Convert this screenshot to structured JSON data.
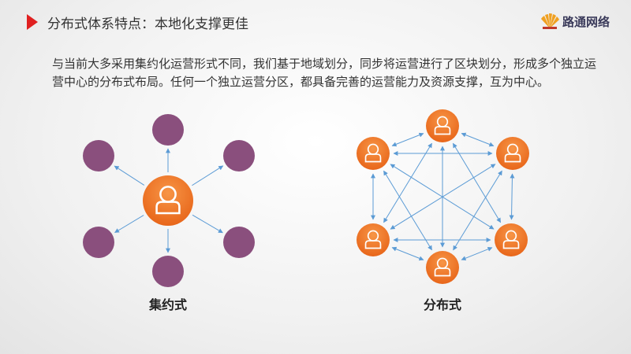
{
  "header": {
    "title": "分布式体系特点：本地化支撑更佳",
    "logo_text": "路通网络"
  },
  "body": {
    "paragraph": "与当前大多采用集约化运营形式不同，我们基于地域划分，同步将运营进行了区块划分，形成多个独立运营中心的分布式布局。任何一个独立运营分区，都具备完善的运营能力及资源支撑，互为中心。"
  },
  "diagrams": {
    "centralized_label": "集约式",
    "distributed_label": "分布式"
  },
  "colors": {
    "accent": "#e02020",
    "orange": "#f07a2a",
    "purple": "#8a4f7d",
    "arrow": "#5b9bd5"
  }
}
